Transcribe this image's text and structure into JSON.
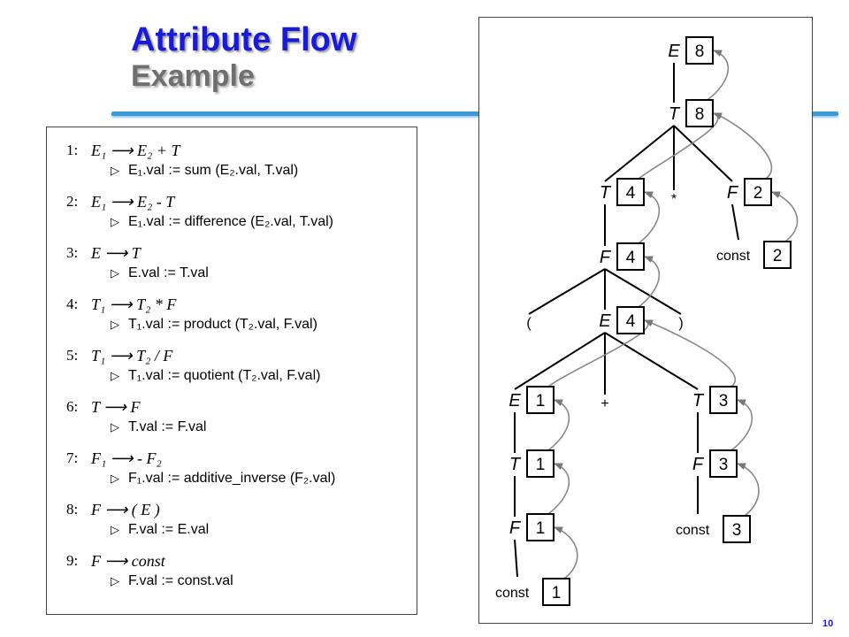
{
  "title": {
    "main": "Attribute Flow",
    "sub": "Example"
  },
  "page_number": "10",
  "rules": [
    {
      "num": "1:",
      "production": "E₁ ⟶ E₂ + T",
      "action": "E₁.val := sum (E₂.val, T.val)"
    },
    {
      "num": "2:",
      "production": "E₁ ⟶ E₂ - T",
      "action": "E₁.val := difference (E₂.val, T.val)"
    },
    {
      "num": "3:",
      "production": "E ⟶ T",
      "action": "E.val := T.val"
    },
    {
      "num": "4:",
      "production": "T₁ ⟶ T₂ * F",
      "action": "T₁.val := product (T₂.val, F.val)"
    },
    {
      "num": "5:",
      "production": "T₁ ⟶ T₂ / F",
      "action": "T₁.val := quotient (T₂.val, F.val)"
    },
    {
      "num": "6:",
      "production": "T ⟶ F",
      "action": "T.val := F.val"
    },
    {
      "num": "7:",
      "production": "F₁ ⟶ - F₂",
      "action": "F₁.val := additive_inverse (F₂.val)"
    },
    {
      "num": "8:",
      "production": "F ⟶ ( E )",
      "action": "F.val := E.val"
    },
    {
      "num": "9:",
      "production": "F ⟶ const",
      "action": "F.val := const.val"
    }
  ],
  "tree": {
    "nodes": {
      "e_root": {
        "label": "E",
        "value": "8"
      },
      "t_top": {
        "label": "T",
        "value": "8"
      },
      "t_left": {
        "label": "T",
        "value": "4"
      },
      "star": {
        "label": "*"
      },
      "f_right": {
        "label": "F",
        "value": "2"
      },
      "const_2": {
        "label": "const",
        "value": "2"
      },
      "f_mid": {
        "label": "F",
        "value": "4"
      },
      "lparen": {
        "label": "("
      },
      "e_mid": {
        "label": "E",
        "value": "4"
      },
      "rparen": {
        "label": ")"
      },
      "e_low": {
        "label": "E",
        "value": "1"
      },
      "plus": {
        "label": "+"
      },
      "t_low_right": {
        "label": "T",
        "value": "3"
      },
      "t_low_left": {
        "label": "T",
        "value": "1"
      },
      "f_low_right": {
        "label": "F",
        "value": "3"
      },
      "f_low_left": {
        "label": "F",
        "value": "1"
      },
      "const_3": {
        "label": "const",
        "value": "3"
      },
      "const_1": {
        "label": "const",
        "value": "1"
      }
    }
  }
}
